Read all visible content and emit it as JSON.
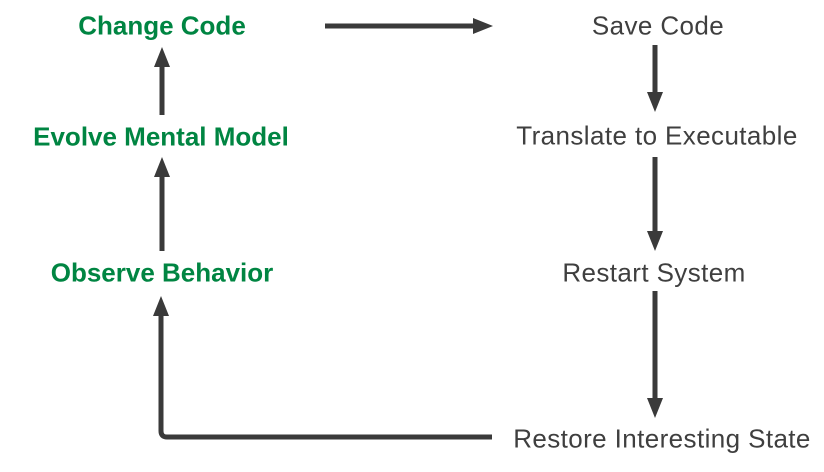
{
  "diagram": {
    "nodes": {
      "change_code": {
        "label": "Change Code",
        "group": "left-green"
      },
      "evolve_mental_model": {
        "label": "Evolve Mental Model",
        "group": "left-green"
      },
      "observe_behavior": {
        "label": "Observe Behavior",
        "group": "left-green"
      },
      "save_code": {
        "label": "Save Code",
        "group": "right-dark"
      },
      "translate_to_executable": {
        "label": "Translate to Executable",
        "group": "right-dark"
      },
      "restart_system": {
        "label": "Restart System",
        "group": "right-dark"
      },
      "restore_interesting_state": {
        "label": "Restore Interesting State",
        "group": "right-dark"
      }
    },
    "edges": [
      {
        "from": "change_code",
        "to": "save_code",
        "shape": "horizontal-right"
      },
      {
        "from": "save_code",
        "to": "translate_to_executable",
        "shape": "vertical-down"
      },
      {
        "from": "translate_to_executable",
        "to": "restart_system",
        "shape": "vertical-down"
      },
      {
        "from": "restart_system",
        "to": "restore_interesting_state",
        "shape": "vertical-down"
      },
      {
        "from": "restore_interesting_state",
        "to": "observe_behavior",
        "shape": "elbow-left-up"
      },
      {
        "from": "observe_behavior",
        "to": "evolve_mental_model",
        "shape": "vertical-up"
      },
      {
        "from": "evolve_mental_model",
        "to": "change_code",
        "shape": "vertical-up"
      }
    ]
  },
  "colors": {
    "green_text": "#008542",
    "dark_text": "#3f3f3f",
    "arrow": "#3a3a3a",
    "background": "#ffffff"
  }
}
